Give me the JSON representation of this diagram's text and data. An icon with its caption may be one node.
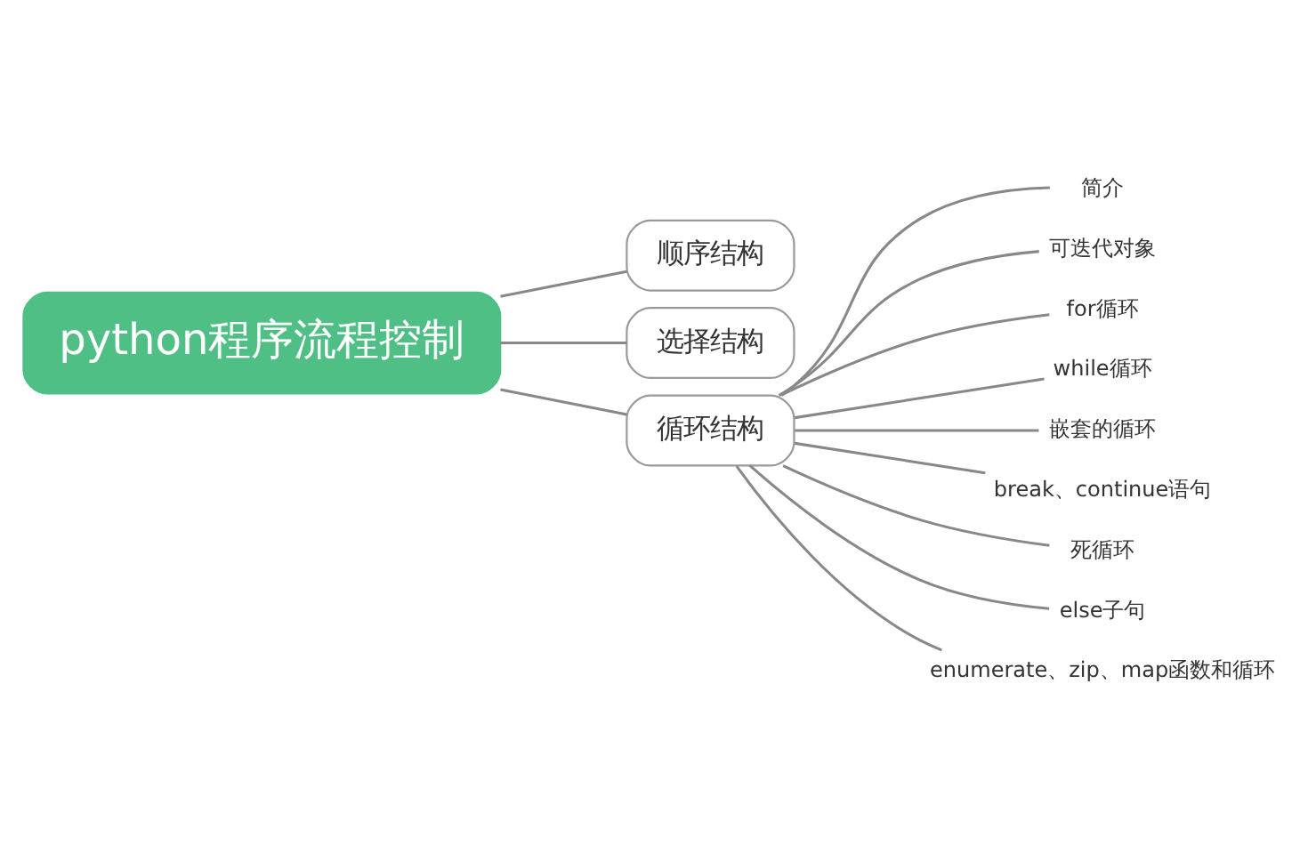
{
  "diagram": {
    "nodes": [
      {
        "text": [
          "python程序流程控制"
        ]
      },
      {
        "text": [
          "顺序结构"
        ]
      },
      {
        "text": [
          "选择结构"
        ]
      },
      {
        "text": [
          "循环结构"
        ]
      },
      {
        "text": [
          "简介"
        ]
      },
      {
        "text": [
          "可迭代对象"
        ]
      },
      {
        "text": [
          "for循环"
        ]
      },
      {
        "text": [
          "while循环"
        ]
      },
      {
        "text": [
          "嵌套的循环"
        ]
      },
      {
        "text": [
          "break、continue语句"
        ]
      },
      {
        "text": [
          "死循环"
        ]
      },
      {
        "text": [
          "else子句"
        ]
      },
      {
        "text": [
          "enumerate、zip、map函数和循环"
        ]
      }
    ],
    "edges": [
      {
        "from": 0,
        "to": 1,
        "arrow": "none"
      },
      {
        "from": 0,
        "to": 2,
        "arrow": "none"
      },
      {
        "from": 0,
        "to": 3,
        "arrow": "none"
      },
      {
        "from": 3,
        "to": 4,
        "arrow": "none"
      },
      {
        "from": 3,
        "to": 5,
        "arrow": "none"
      },
      {
        "from": 3,
        "to": 6,
        "arrow": "none"
      },
      {
        "from": 3,
        "to": 7,
        "arrow": "none"
      },
      {
        "from": 3,
        "to": 8,
        "arrow": "none"
      },
      {
        "from": 3,
        "to": 9,
        "arrow": "none"
      },
      {
        "from": 3,
        "to": 10,
        "arrow": "none"
      },
      {
        "from": 3,
        "to": 11,
        "arrow": "none"
      },
      {
        "from": 3,
        "to": 12,
        "arrow": "none"
      }
    ]
  }
}
